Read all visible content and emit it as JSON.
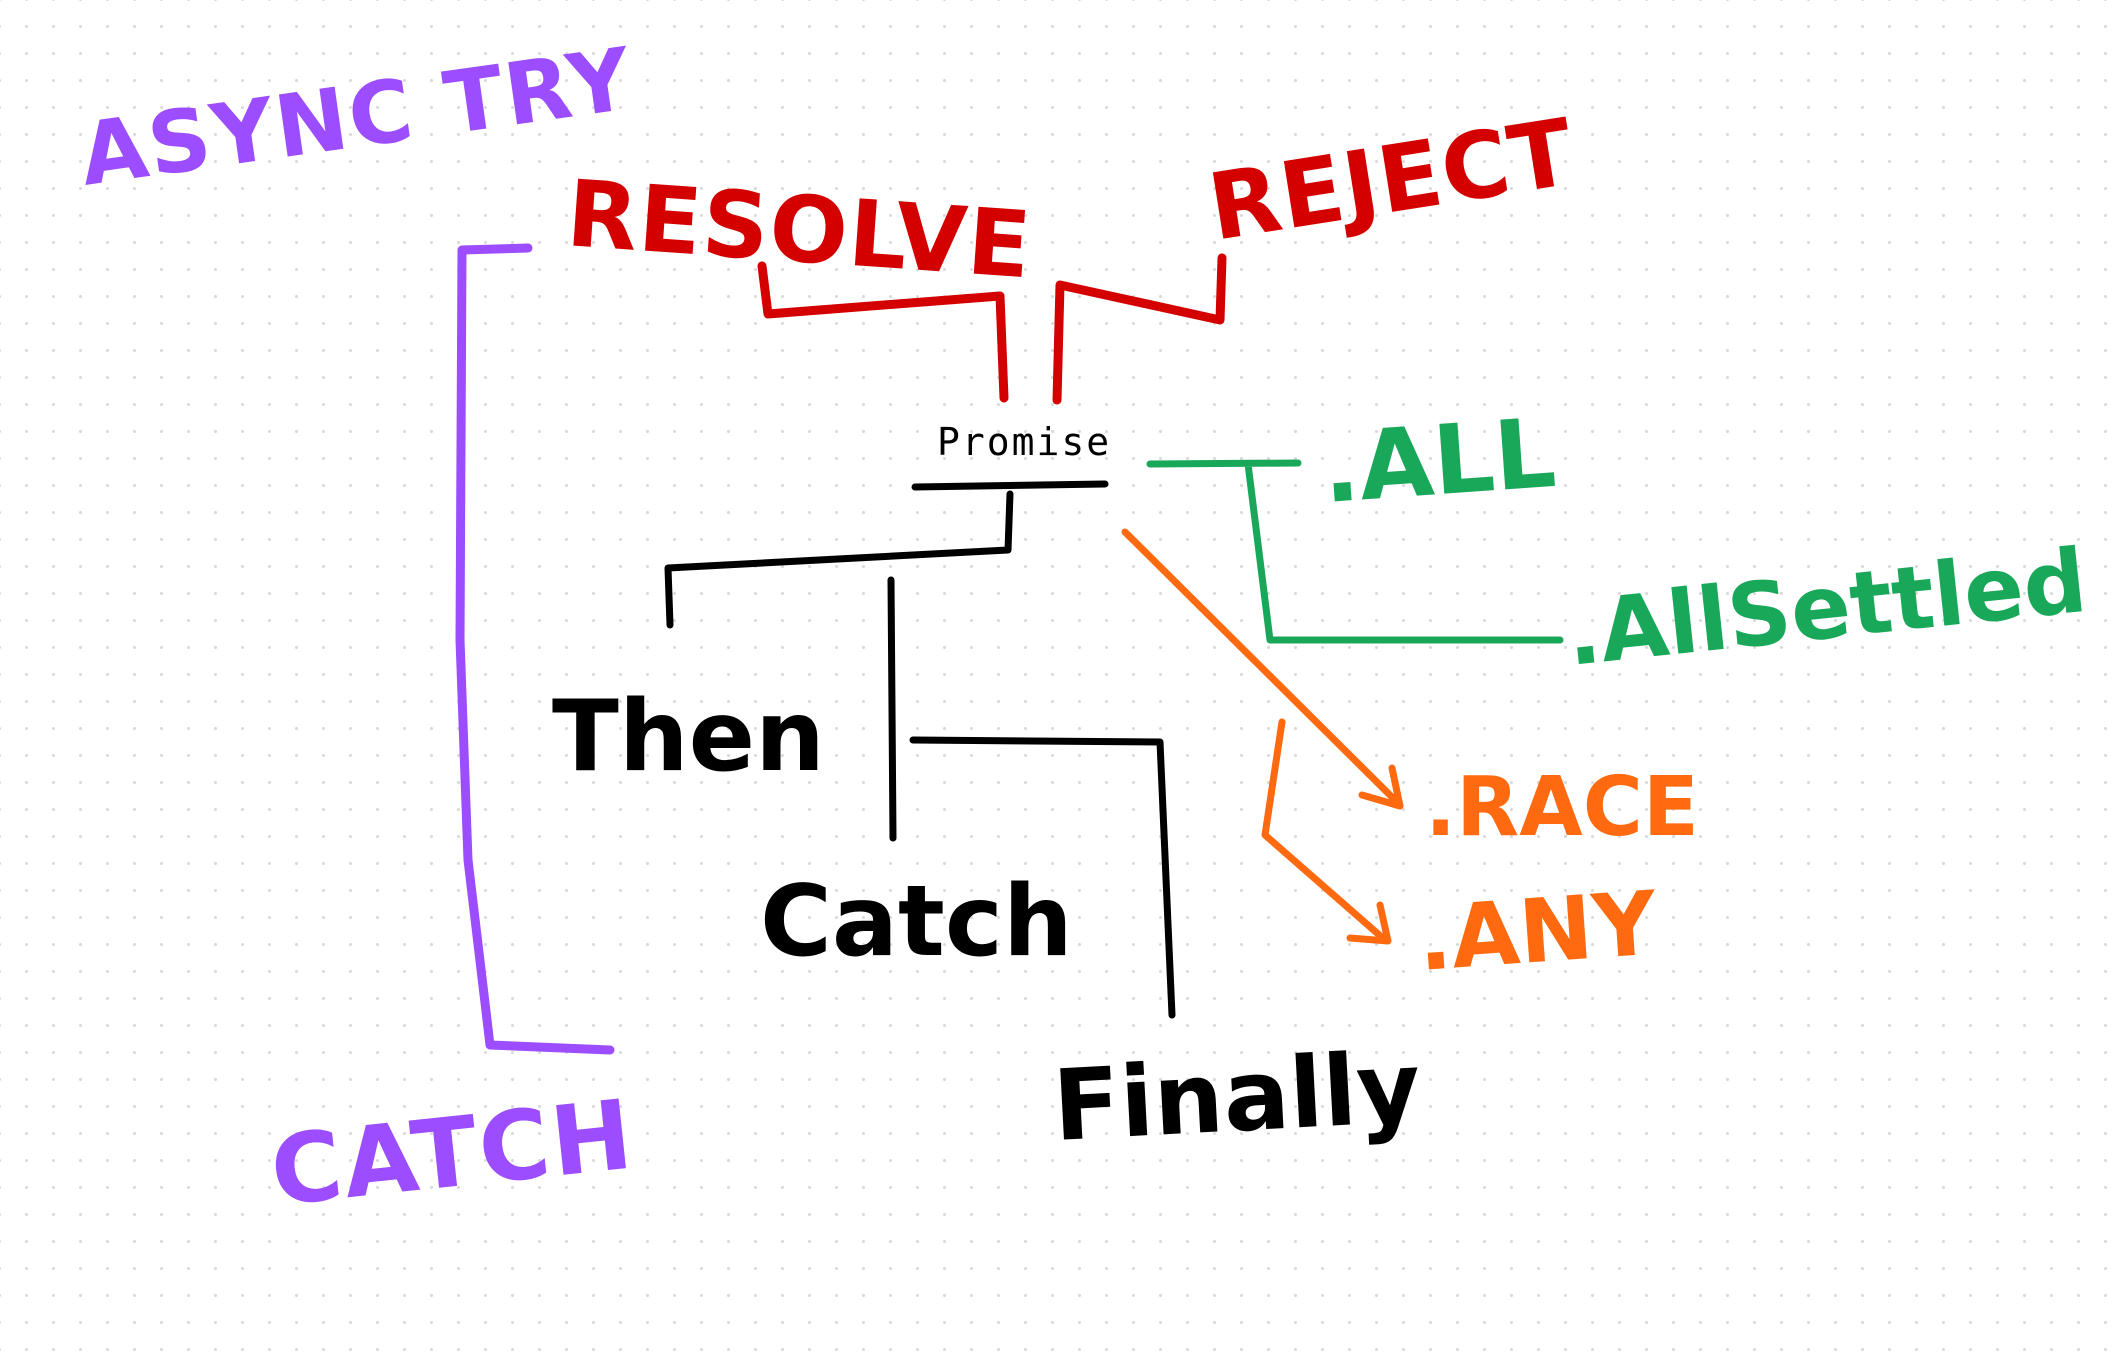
{
  "colors": {
    "purple": "#9b4dff",
    "red": "#d40000",
    "black": "#000000",
    "green": "#19a85a",
    "orange": "#ff6a10",
    "grid_dot": "#d9d9d9",
    "background": "#ffffff"
  },
  "labels": {
    "async_try": "ASYNC TRY",
    "catch_upper": "CATCH",
    "resolve": "RESOLVE",
    "reject": "REJECT",
    "promise": "Promise",
    "then": "Then",
    "catch": "Catch",
    "finally": "Finally",
    "all": ".ALL",
    "all_settled": ".AllSettled",
    "race": ".RACE",
    "any": ".ANY"
  }
}
